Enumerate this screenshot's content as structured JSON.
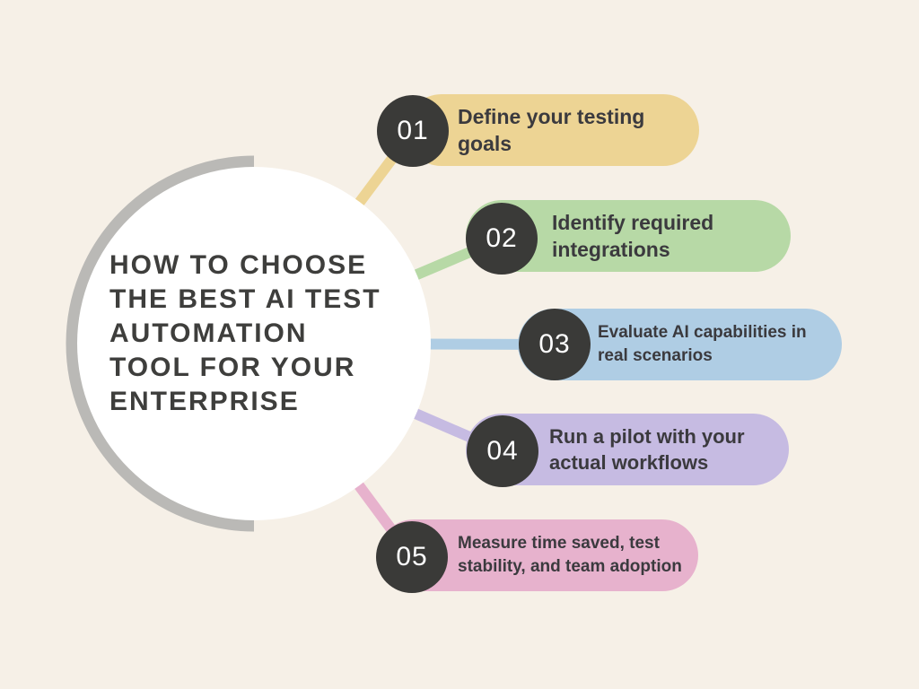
{
  "title": {
    "lines": [
      "HOW TO CHOOSE",
      "THE BEST AI TEST",
      "AUTOMATION",
      "TOOL FOR YOUR",
      "ENTERPRISE"
    ]
  },
  "steps": [
    {
      "number": "01",
      "label": "Define your testing goals",
      "lines": [
        "Define your testing",
        "goals"
      ],
      "color": "#edd494"
    },
    {
      "number": "02",
      "label": "Identify required integrations",
      "lines": [
        "Identify required",
        "integrations"
      ],
      "color": "#b7d9a6"
    },
    {
      "number": "03",
      "label": "Evaluate AI capabilities in real scenarios",
      "lines": [
        "Evaluate AI capabilities in",
        "real scenarios"
      ],
      "color": "#afcde4"
    },
    {
      "number": "04",
      "label": "Run a pilot with your actual workflows",
      "lines": [
        "Run a pilot with your",
        "actual workflows"
      ],
      "color": "#c6bbe2"
    },
    {
      "number": "05",
      "label": "Measure time saved, test stability, and team adoption",
      "lines": [
        "Measure time saved, test",
        "stability, and team adoption"
      ],
      "color": "#e7b2cd"
    }
  ],
  "colors": {
    "background": "#f6f0e7",
    "circle_fill": "#ffffff",
    "ring": "#bab9b6",
    "badge": "#3a3a38",
    "title_text": "#3e3e3c",
    "pill_text": "#3b3a3e",
    "number_text": "#ffffff"
  }
}
